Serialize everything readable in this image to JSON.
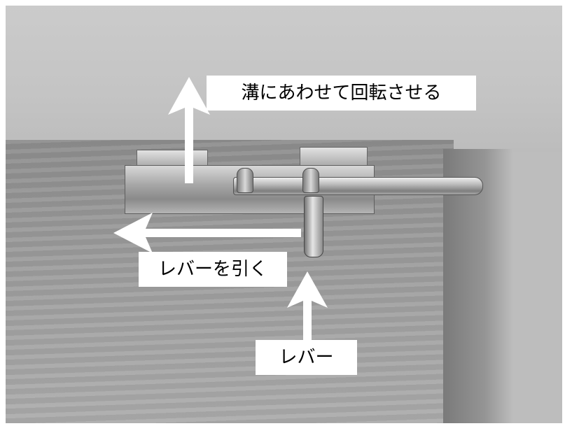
{
  "annotations": {
    "rotate_label": "溝にあわせて回転させる",
    "pull_label": "レバーを引く",
    "lever_label": "レバー"
  },
  "colors": {
    "label_background": "#ffffff",
    "label_text": "#000000",
    "arrow": "#ffffff"
  }
}
